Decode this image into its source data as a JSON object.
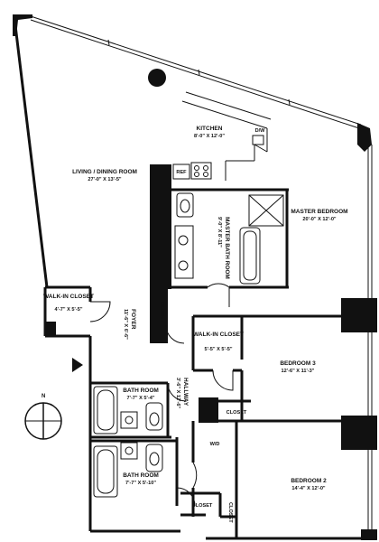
{
  "rooms": {
    "living": {
      "name": "LIVING / DINING ROOM",
      "dims": "27'-0\" X 13'-5\""
    },
    "kitchen": {
      "name": "KITCHEN",
      "dims": "8'-0\" X 12'-0\""
    },
    "master_bedroom": {
      "name": "MASTER BEDROOM",
      "dims": "20'-0\" X 12'-0\""
    },
    "master_bath": {
      "name": "MASTER BATH ROOM",
      "dims": "9'-0\" X 8'-11\""
    },
    "walkin_closet_1": {
      "name": "WALK-IN CLOSET",
      "dims": "4'-7\" X 5'-5\""
    },
    "walkin_closet_2": {
      "name": "WALK-IN CLOSET",
      "dims": "5'-5\" X 5'-5\""
    },
    "foyer": {
      "name": "FOYER",
      "dims": "11'-6\" X 6'-6\""
    },
    "bedroom3": {
      "name": "BEDROOM 3",
      "dims": "12'-6\" X 11'-3\""
    },
    "hallway": {
      "name": "HALLWAY",
      "dims": "3'-6\" X 12'-6\""
    },
    "bath1": {
      "name": "BATH ROOM",
      "dims": "7'-7\" X 5'-4\""
    },
    "bath2": {
      "name": "BATH ROOM",
      "dims": "7'-7\" X 5'-10\""
    },
    "bedroom2": {
      "name": "BEDROOM 2",
      "dims": "14'-4\" X 12'-0\""
    }
  },
  "labels": {
    "ref": "REF",
    "dw": "D/W",
    "wd": "W/D",
    "closet": "CLOSET",
    "north": "N"
  },
  "colors": {
    "wall": "#111111",
    "background": "#ffffff"
  }
}
